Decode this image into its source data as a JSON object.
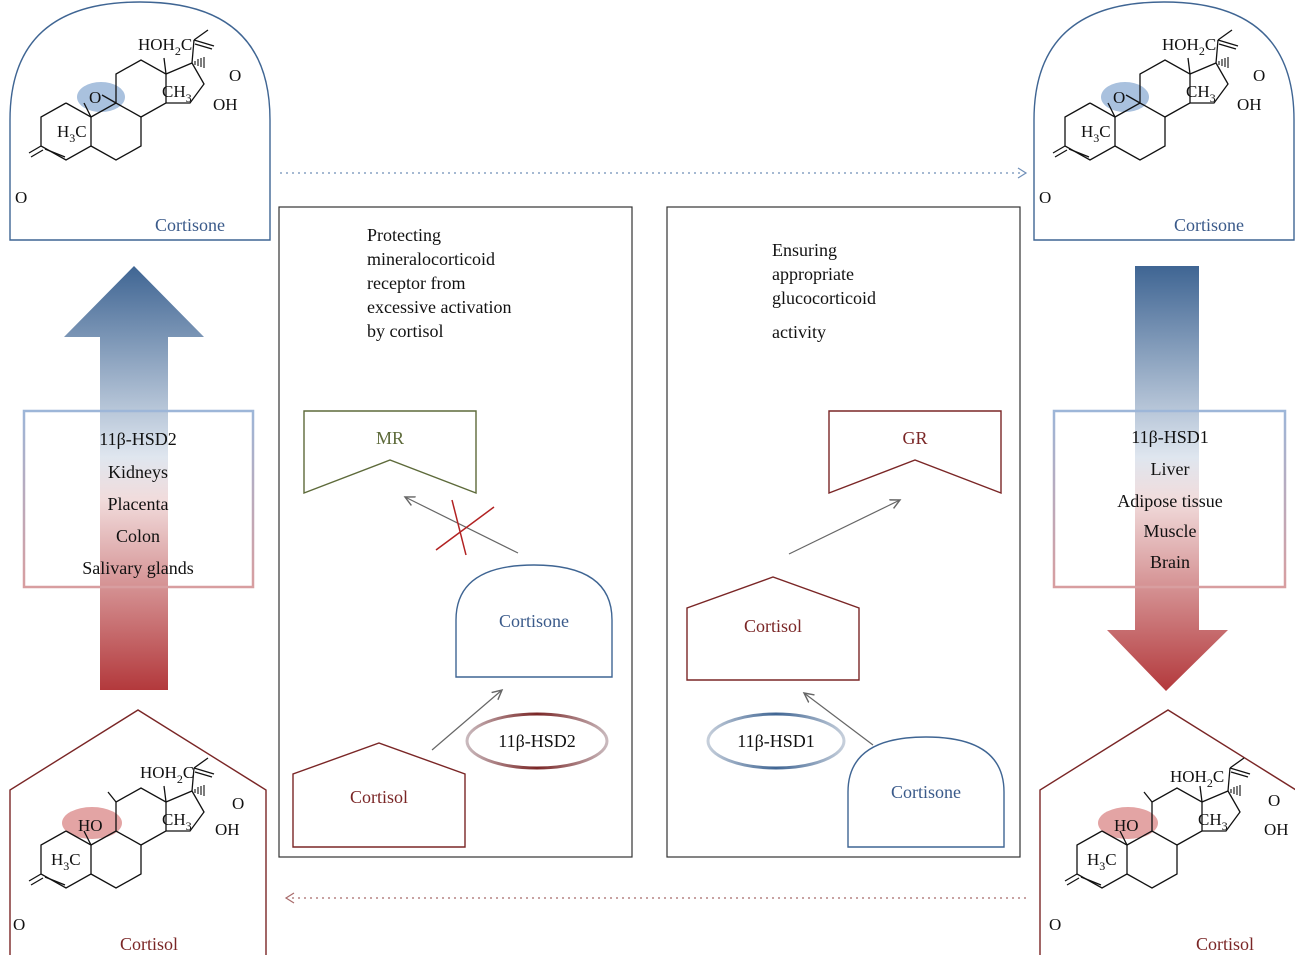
{
  "cortisone_label": "Cortisone",
  "cortisol_label": "Cortisol",
  "mol": {
    "hoh2c": "HOH",
    "hoh2c_sub": "2",
    "hoh2c_tail": "C",
    "o": "O",
    "ho": "HO",
    "oh": "OH",
    "ch3": "CH",
    "ch3_sub": "3",
    "h3c_h": "H",
    "h3c_sub": "3",
    "h3c_c": "C"
  },
  "left_tissue": {
    "enzyme": "11β-HSD2",
    "items": [
      "Kidneys",
      "Placenta",
      "Colon",
      "Salivary glands"
    ]
  },
  "right_tissue": {
    "enzyme": "11β-HSD1",
    "items": [
      "Liver",
      "Adipose tissue",
      "Muscle",
      "Brain"
    ]
  },
  "panel_mr": {
    "lines": [
      "Protecting",
      "mineralocorticoid",
      "receptor from",
      "excessive activation",
      "by cortisol"
    ],
    "receptor": "MR",
    "enzyme": "11β-HSD2"
  },
  "panel_gr": {
    "lines": [
      "Ensuring",
      "appropriate",
      "glucocorticoid",
      "activity"
    ],
    "receptor": "GR",
    "enzyme": "11β-HSD1"
  },
  "colors": {
    "blue": "#3f6593",
    "red": "#b64548",
    "dark_red": "#7a2626",
    "green": "#5d6a3a",
    "light_blue_box": "#9db6d8",
    "light_red_box": "#d89ea0"
  }
}
